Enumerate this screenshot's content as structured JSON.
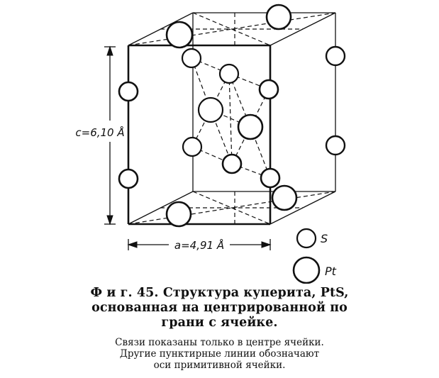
{
  "figure": {
    "dimension_c": "c=6,10 Å",
    "dimension_a": "a=4,91 Å",
    "legend": [
      {
        "symbol": "small-circle",
        "label": "S"
      },
      {
        "symbol": "large-circle",
        "label": "Pt"
      }
    ]
  },
  "caption": {
    "title_lines": [
      "Ф и г. 45. Структура куперита, PtS,",
      "основанная на центрированной по",
      "грани c ячейке."
    ],
    "note_lines": [
      "Связи показаны только в центре ячейки.",
      "Другие пунктирные линии обозначают",
      "оси примитивной ячейки."
    ]
  }
}
